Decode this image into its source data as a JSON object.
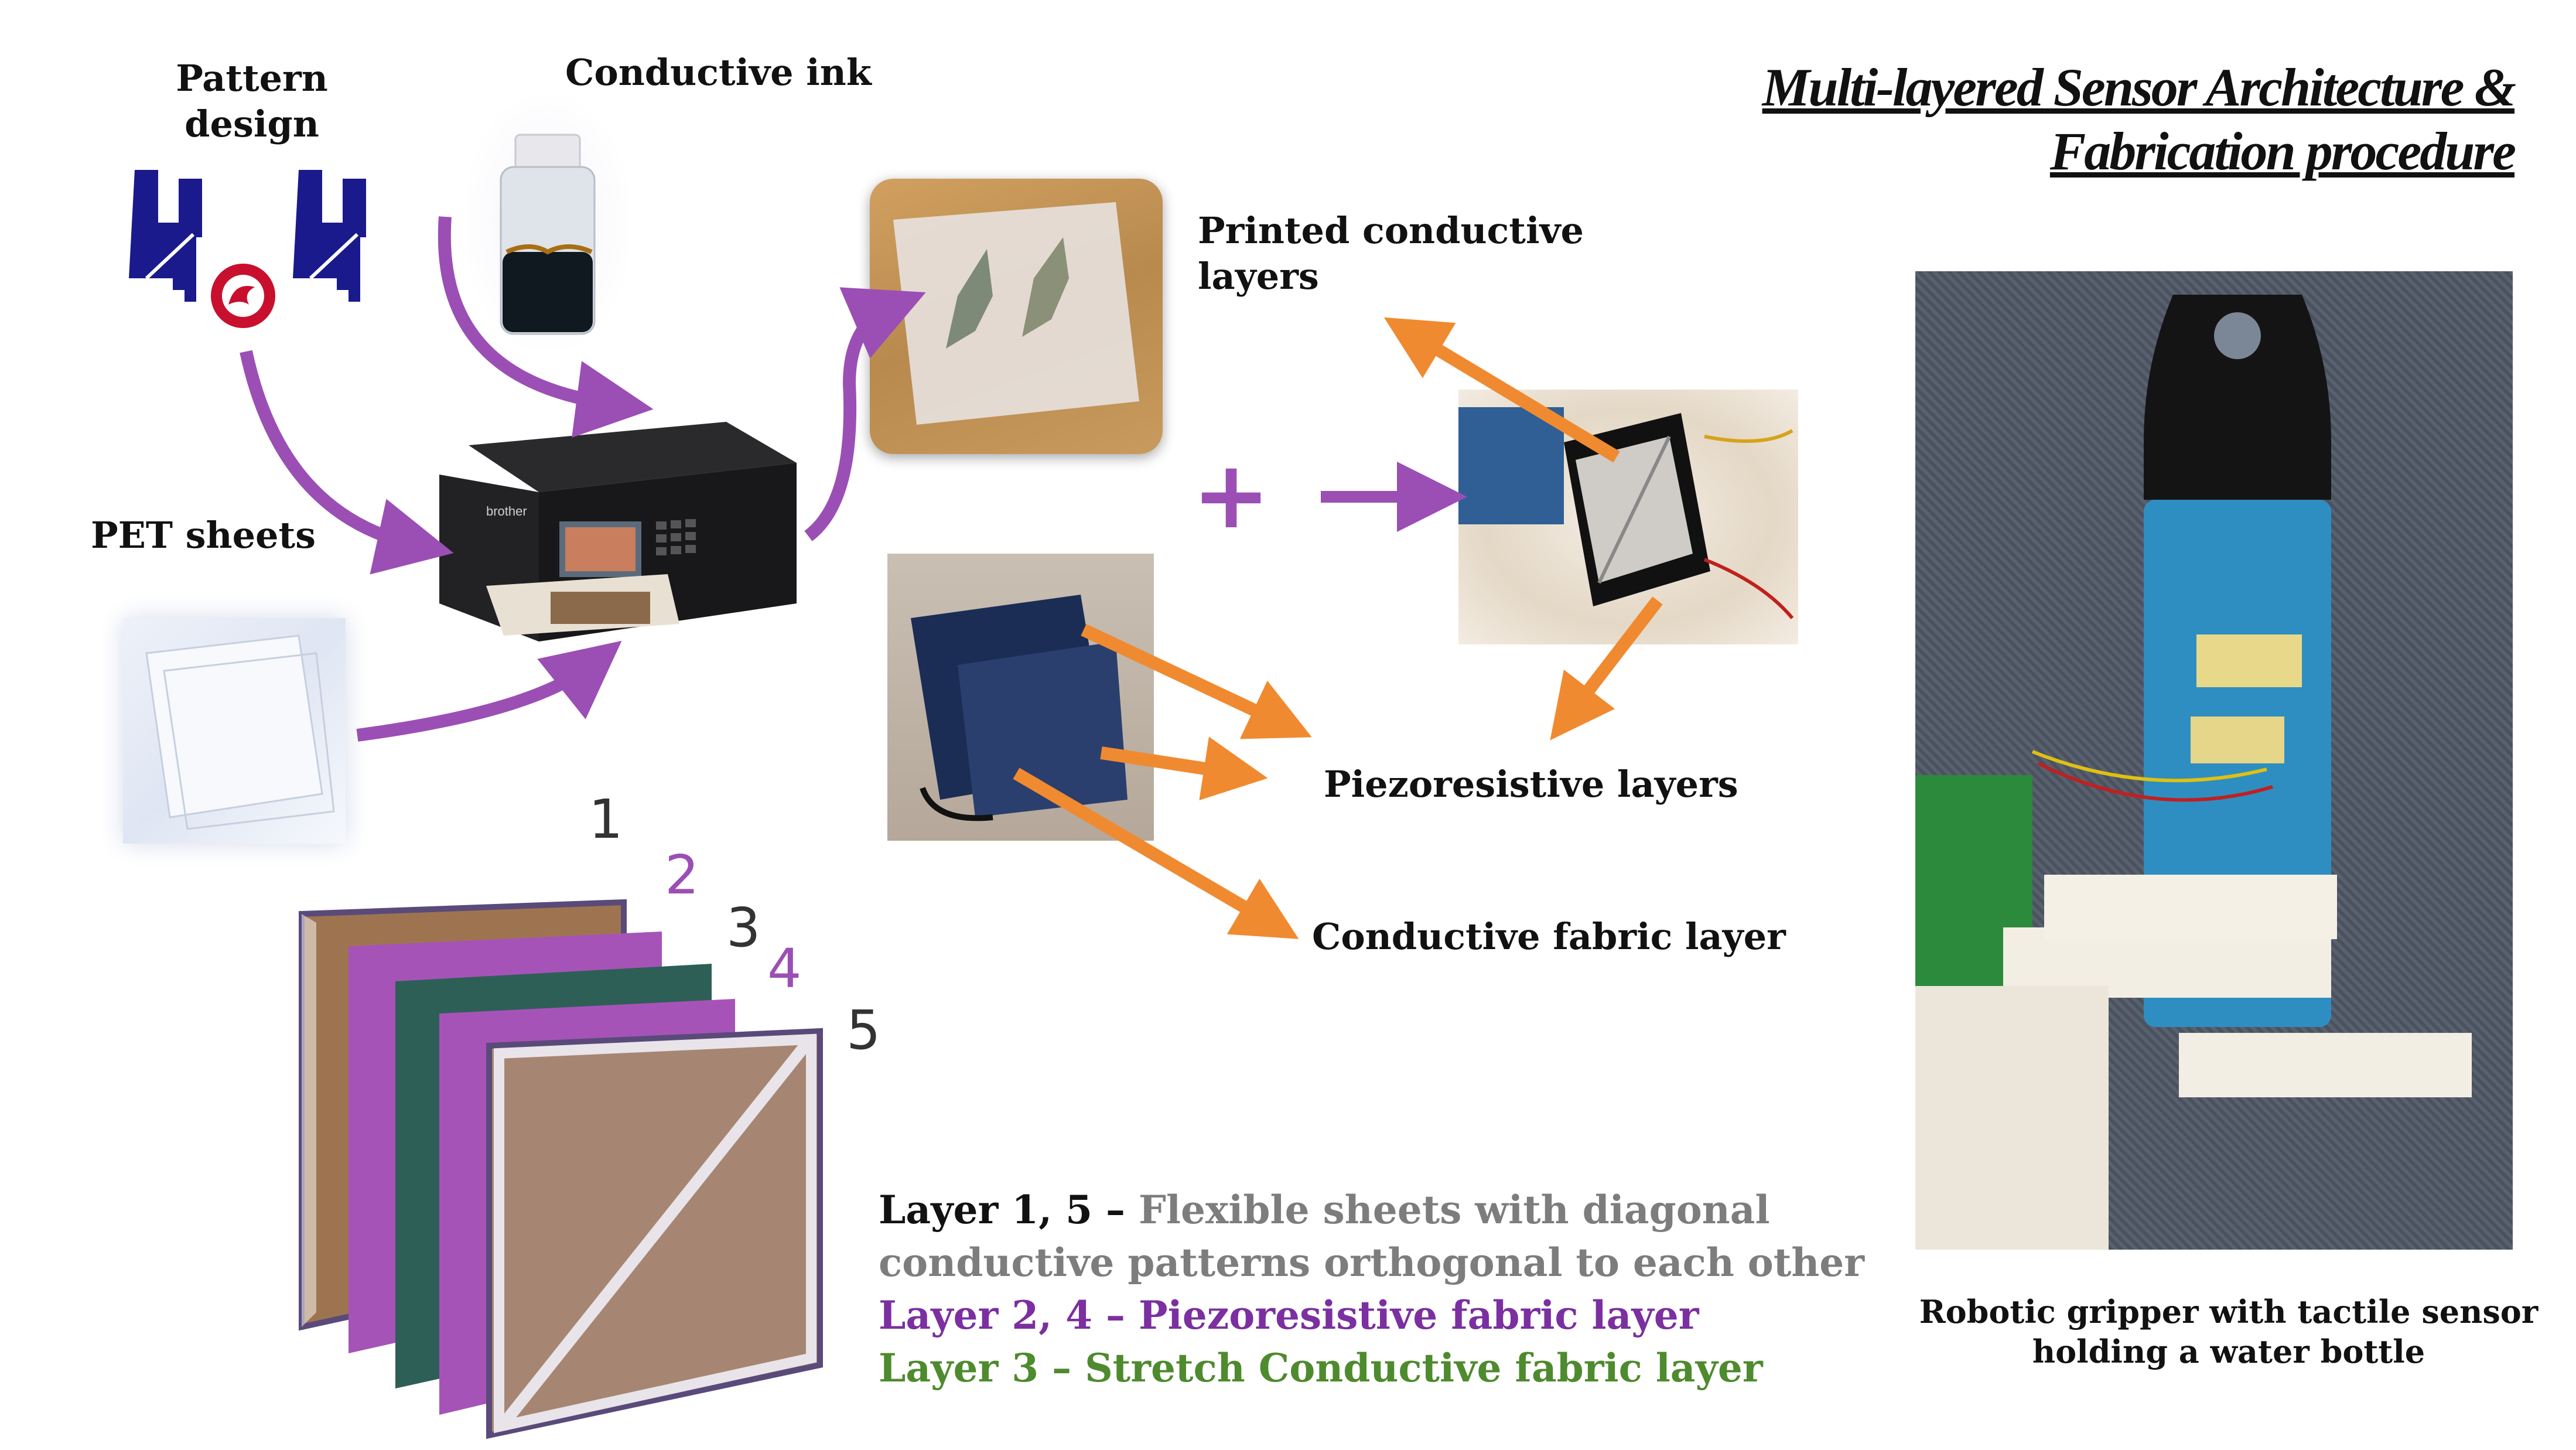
{
  "title": {
    "line1": "Multi-layered Sensor Architecture &",
    "line2": "Fabrication procedure"
  },
  "labels": {
    "pattern_design_1": "Pattern",
    "pattern_design_2": "design",
    "conductive_ink": "Conductive ink",
    "pet_sheets": "PET sheets",
    "printed_1": "Printed conductive",
    "printed_2": "layers",
    "piezo": "Piezoresistive layers",
    "cond_fabric": "Conductive fabric layer",
    "plus": "+"
  },
  "layer_numbers": [
    "1",
    "2",
    "3",
    "4",
    "5"
  ],
  "legend": {
    "l1a_key": "Layer 1, 5 – ",
    "l1a_text": "Flexible sheets with diagonal",
    "l1b_text": "conductive patterns  orthogonal to each other",
    "l2": "Layer 2, 4 – Piezoresistive fabric layer",
    "l3": "Layer 3 – Stretch Conductive fabric layer"
  },
  "printer_brand": "brother",
  "caption": {
    "line1": "Robotic gripper with tactile sensor",
    "line2": "holding a water bottle"
  },
  "colors": {
    "purple_arrow": "#9b4fb5",
    "orange_arrow": "#f08a30",
    "pattern_navy": "#1a1a8c",
    "pattern_red": "#c8102e",
    "layer_brown": "#9e7450",
    "layer_purple": "#a653b8",
    "layer_teal": "#2d5f57",
    "layer_frame": "#5a4a7a"
  }
}
